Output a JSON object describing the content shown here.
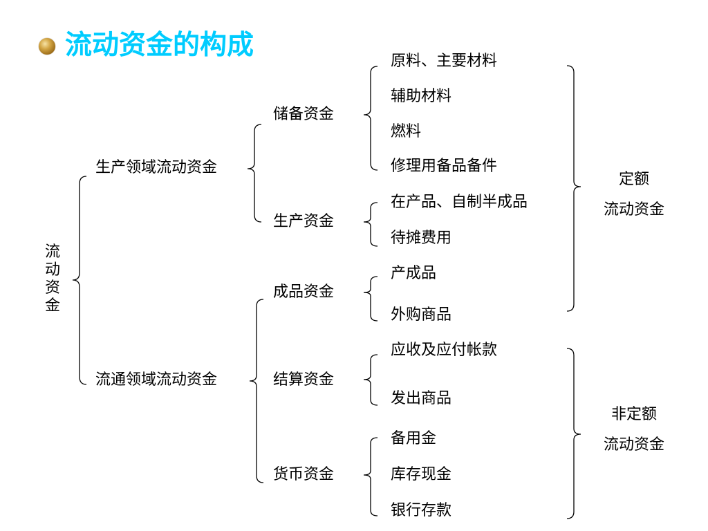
{
  "title": "流动资金的构成",
  "colors": {
    "title": "#00ccff",
    "text": "#000000",
    "bullet": "#c9982e"
  },
  "root_chars": [
    "流",
    "动",
    "资",
    "金"
  ],
  "level1": {
    "production": "生产领域流动资金",
    "circulation": "流通领域流动资金"
  },
  "level2": {
    "reserve": "储备资金",
    "producing": "生产资金",
    "finished": "成品资金",
    "settlement": "结算资金",
    "currency": "货币资金"
  },
  "level3": {
    "raw_material": "原料、主要材料",
    "auxiliary": "辅助材料",
    "fuel": "燃料",
    "spare_parts": "修理用备品备件",
    "wip": "在产品、自制半成品",
    "deferred": "待摊费用",
    "products": "产成品",
    "purchased": "外购商品",
    "receivables": "应收及应付帐款",
    "shipped": "发出商品",
    "petty_cash": "备用金",
    "cash": "库存现金",
    "deposits": "银行存款"
  },
  "quota": {
    "line1": "定额",
    "line2": "流动资金"
  },
  "non_quota": {
    "line1": "非定额",
    "line2": "流动资金"
  }
}
